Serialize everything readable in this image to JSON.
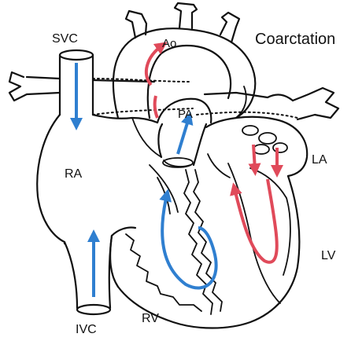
{
  "title": "Coarctation",
  "labels": {
    "svc": "SVC",
    "ao": "Ao",
    "pa": "PA",
    "ra": "RA",
    "la": "LA",
    "lv": "LV",
    "rv": "RV",
    "ivc": "IVC"
  },
  "colors": {
    "deoxygenated": "#2f7fd0",
    "oxygenated": "#e04a5a",
    "outline": "#111111",
    "background": "#ffffff"
  }
}
